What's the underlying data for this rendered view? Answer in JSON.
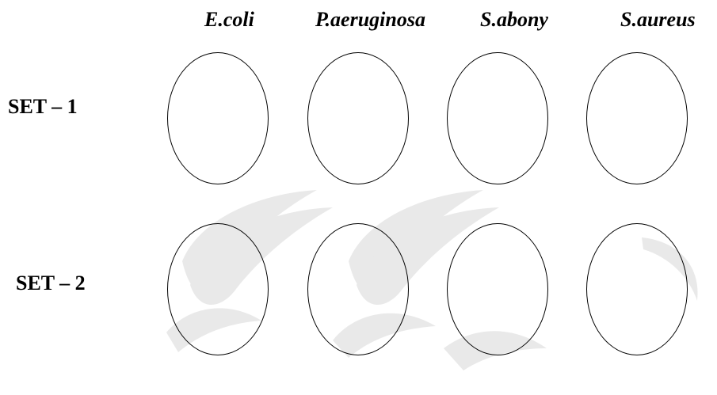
{
  "columns": {
    "c1": "E.coli",
    "c2": "P.aeruginosa",
    "c3": "S.abony",
    "c4": "S.aureus"
  },
  "rows": {
    "r1": "SET – 1",
    "r2": "SET – 2"
  },
  "colors": {
    "outline": "#000000",
    "watermark": "#e9e9e9"
  }
}
